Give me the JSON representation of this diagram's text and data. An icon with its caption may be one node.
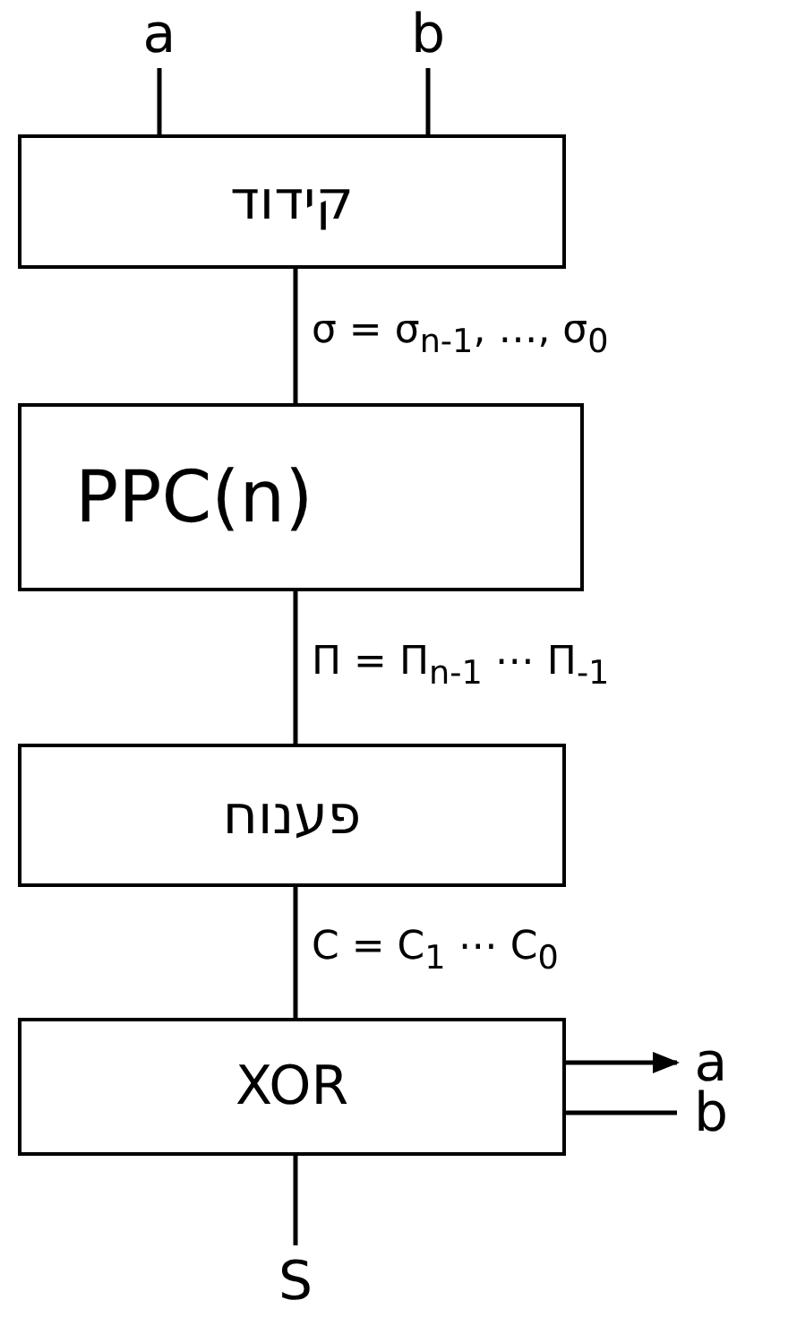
{
  "diagram": {
    "nodes": [
      {
        "text": [
          "a"
        ]
      },
      {
        "text": [
          "b"
        ]
      },
      {
        "text": [
          "קידוד"
        ]
      },
      {
        "text": [
          "PPC(n)"
        ]
      },
      {
        "text": [
          "פענוח"
        ]
      },
      {
        "text": [
          "XOR"
        ]
      },
      {
        "text": [
          "a"
        ]
      },
      {
        "text": [
          "b"
        ]
      },
      {
        "text": [
          "S"
        ]
      }
    ],
    "edges": [
      {
        "from": 0,
        "to": 2,
        "arrow": "none"
      },
      {
        "from": 1,
        "to": 2,
        "arrow": "none"
      },
      {
        "from": 2,
        "to": 3,
        "arrow": "none",
        "label": "σ = σ$_{n-1}$, …, σ$_{0}$"
      },
      {
        "from": 3,
        "to": 4,
        "arrow": "none",
        "label": "Π = Π$_{n-1}$ ⋯ Π$_{-1}$"
      },
      {
        "from": 4,
        "to": 5,
        "arrow": "none",
        "label": "C = C$_{1}$ ⋯ C$_{0}$"
      },
      {
        "from": 5,
        "to": 6,
        "arrow": "to"
      },
      {
        "from": 5,
        "to": 7,
        "arrow": "none"
      },
      {
        "from": 5,
        "to": 8,
        "arrow": "none"
      }
    ]
  }
}
